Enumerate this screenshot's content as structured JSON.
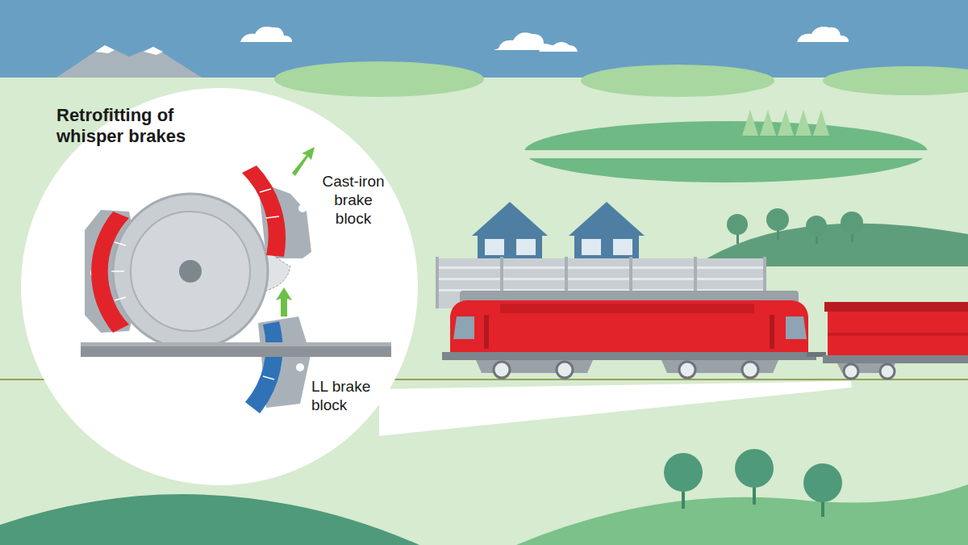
{
  "diagram": {
    "title": "Retrofitting of whisper brakes",
    "labels": [
      "Cast-iron brake block",
      "LL brake block"
    ]
  }
}
